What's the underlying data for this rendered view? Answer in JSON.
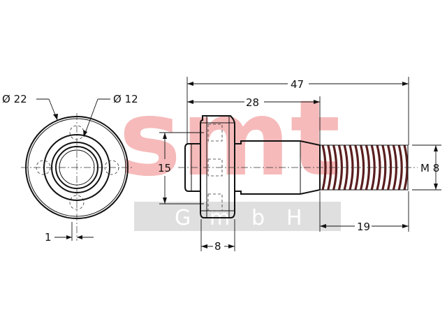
{
  "watermark": {
    "logo_text": "smt",
    "sub_text": [
      "G",
      "m",
      "b",
      "H"
    ],
    "logo_color": "#f3a3a3",
    "band_color": "#d9d9d9"
  },
  "dimensions": {
    "outer_diameter": "Ø 22",
    "inner_diameter": "Ø 12",
    "offset": "1",
    "overall_length": "47",
    "body_length": "28",
    "flange_height": "15",
    "flange_width": "8",
    "thread_length": "19",
    "thread_size": "M 8"
  },
  "colors": {
    "line": "#111111",
    "thread": "#5a1e1e"
  }
}
